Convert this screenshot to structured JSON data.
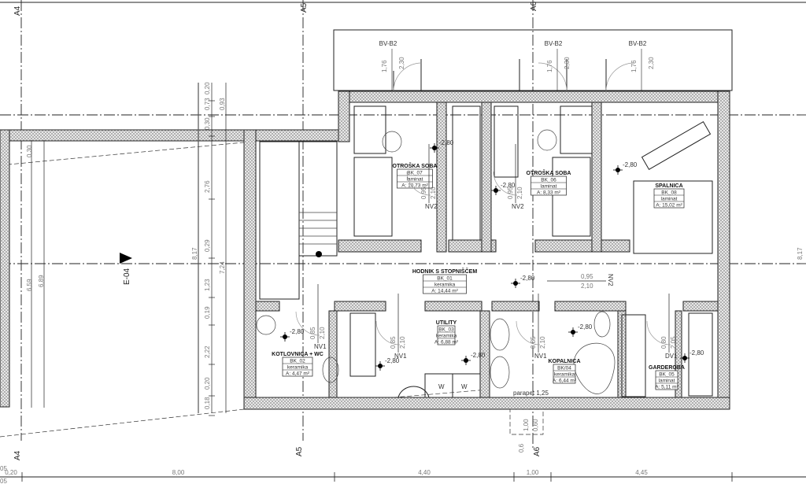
{
  "axes": {
    "a4": "A4",
    "a5": "A5",
    "a6": "A6"
  },
  "section_marker": "E-04",
  "rooms": [
    {
      "name": "OTROŠKA SOBA",
      "code": "BK_07",
      "floor": "laminat",
      "area": "A: 10,73 m²"
    },
    {
      "name": "OTROŠKA SOBA",
      "code": "BK_06",
      "floor": "laminat",
      "area": "A: 8,33 m²"
    },
    {
      "name": "SPALNICA",
      "code": "BK_08",
      "floor": "laminat",
      "area": "A: 15,02 m²"
    },
    {
      "name": "HODNIK S STOPNIŠČEM",
      "code": "BK_01",
      "floor": "keramika",
      "area": "A: 14,44 m²"
    },
    {
      "name": "UTILITY",
      "code": "BK_03",
      "floor": "keramika",
      "area": "A: 6,88 m²"
    },
    {
      "name": "KOTLOVNICA + WC",
      "code": "BK_02",
      "floor": "keramika",
      "area": "A: 4,47 m²"
    },
    {
      "name": "KOPALNICA",
      "code": "BK/04",
      "floor": "keramika",
      "area": "A: 6,44 m²"
    },
    {
      "name": "GARDEROBA",
      "code": "BK_05",
      "floor": "laminat",
      "area": "A: 5,11 m²"
    }
  ],
  "level_marks": [
    "-2,80",
    "-2,80",
    "-2,80",
    "-2,80",
    "-2,80",
    "-2,80",
    "-2,80",
    "-2,80",
    "-2,80"
  ],
  "doors": [
    {
      "type": "NV2",
      "w": "0,95",
      "h": "2,10"
    },
    {
      "type": "NV2",
      "w": "0,95",
      "h": "2,10"
    },
    {
      "type": "NV2",
      "w": "0,95",
      "h": "2,10"
    },
    {
      "type": "NV1",
      "w": "0,85",
      "h": "2,10"
    },
    {
      "type": "NV1",
      "w": "0,85",
      "h": "2,10"
    },
    {
      "type": "NV1",
      "w": "0,85",
      "h": "2,10"
    },
    {
      "type": "DV1",
      "w": "0,80",
      "h": "2,05"
    }
  ],
  "windows": [
    {
      "type": "BV-B2",
      "h1": "2,30",
      "h2": "1,76"
    },
    {
      "type": "BV-B2",
      "h1": "2,30",
      "h2": "1,76"
    },
    {
      "type": "BV-B2",
      "h1": "2,30",
      "h2": "1,76"
    }
  ],
  "parapet": "parapet 1,25",
  "small_window": {
    "h": "1,00",
    "w": "0,60"
  },
  "washer_labels": [
    "W",
    "W"
  ],
  "dims_left": [
    "0,30",
    "6,59",
    "6,89"
  ],
  "dims_right_chain": [
    "0,20",
    "0,73",
    "0,30",
    "2,76",
    "0,29",
    "1,23",
    "0,19",
    "2,22",
    "0,20",
    "0,18"
  ],
  "dims_right_total": [
    "8,17",
    "0,93",
    "7,24"
  ],
  "dims_right_edge": "8,17",
  "dims_bottom": [
    "0,20",
    "8,00",
    "4,40",
    "1,00",
    "4,45"
  ],
  "dims_corner": [
    "05",
    "05"
  ],
  "axis_bottom_extra": "0,6"
}
